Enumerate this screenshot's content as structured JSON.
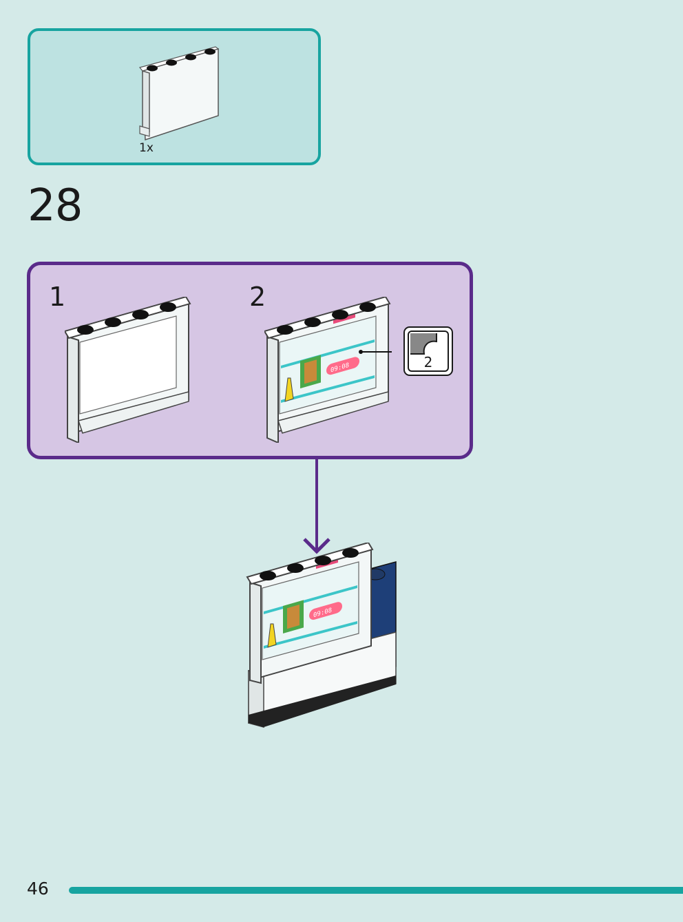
{
  "parts_list": {
    "items": [
      {
        "part": "white-1x4x3-panel-icon",
        "quantity": "1x"
      }
    ]
  },
  "step": {
    "number": "28",
    "subassembly": {
      "steps": [
        {
          "number": "1"
        },
        {
          "number": "2"
        }
      ],
      "sticker_callout": {
        "count": "2",
        "sticker_text": "09:08"
      }
    }
  },
  "footer": {
    "page_number": "46"
  },
  "colors": {
    "page_background": "#d4eae8",
    "parts_box_fill": "#bde2e1",
    "parts_box_border": "#17a4a0",
    "subassembly_fill": "#d6c6e4",
    "subassembly_border": "#5a2b8a",
    "arrow": "#5a2b8a",
    "dark_blue_brick": "#1e3f78"
  }
}
